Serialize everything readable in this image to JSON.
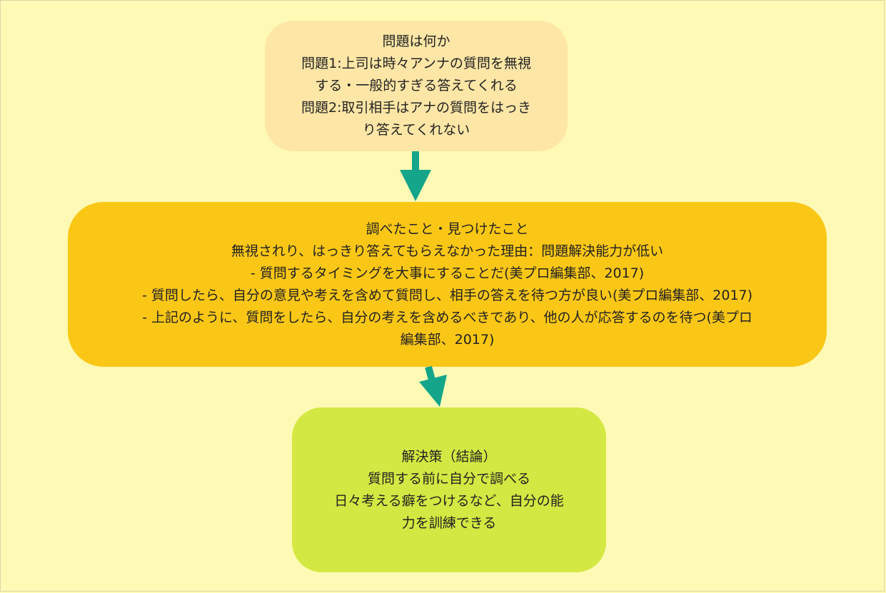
{
  "colors": {
    "background": "#fefab5",
    "problem_box": "#fde6a6",
    "findings_box": "#fac716",
    "solution_box": "#d3e842",
    "arrow": "#14a58a"
  },
  "problem": {
    "lines": [
      "問題は何か",
      "問題1:上司は時々アンナの質問を無視",
      "する・一般的すぎる答えてくれる",
      "問題2:取引相手はアナの質問をはっき",
      "り答えてくれない"
    ]
  },
  "findings": {
    "lines": [
      "調べたこと・見つけたこと",
      "無視されり、はっきり答えてもらえなかった理由：問題解決能力が低い",
      "- 質問するタイミングを大事にすることだ(美プロ編集部、2017)",
      "- 質問したら、自分の意見や考えを含めて質問し、相手の答えを待つ方が良い(美プロ編集部、2017)",
      "- 上記のように、質問をしたら、自分の考えを含めるべきであり、他の人が応答するのを待つ(美プロ",
      "編集部、2017)"
    ]
  },
  "solution": {
    "lines": [
      "解決策（結論）",
      "質問する前に自分で調べる",
      "日々考える癖をつけるなど、自分の能",
      "力を訓練できる"
    ]
  }
}
